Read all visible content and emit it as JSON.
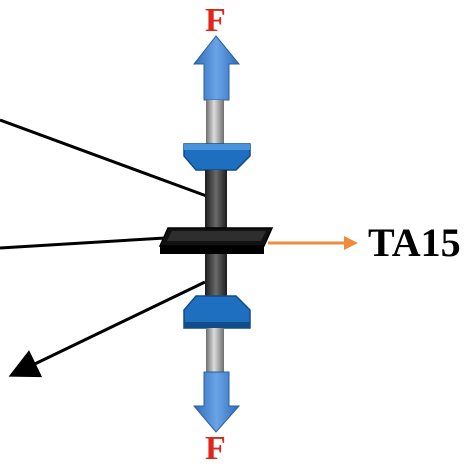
{
  "labels": {
    "force_top": "F",
    "force_bottom": "F",
    "material": "TA15"
  },
  "colors": {
    "force_text": "#e0251b",
    "force_arrow": "#4a86d4",
    "grip": "#1e6fc0",
    "grip_dark": "#0f4c8a",
    "rod": "#9a9a9a",
    "specimen": "#3c3c3c",
    "plate": "#1a1a1a",
    "pointer_arrow": "#f08a3c",
    "leader_lines": "#000000"
  }
}
